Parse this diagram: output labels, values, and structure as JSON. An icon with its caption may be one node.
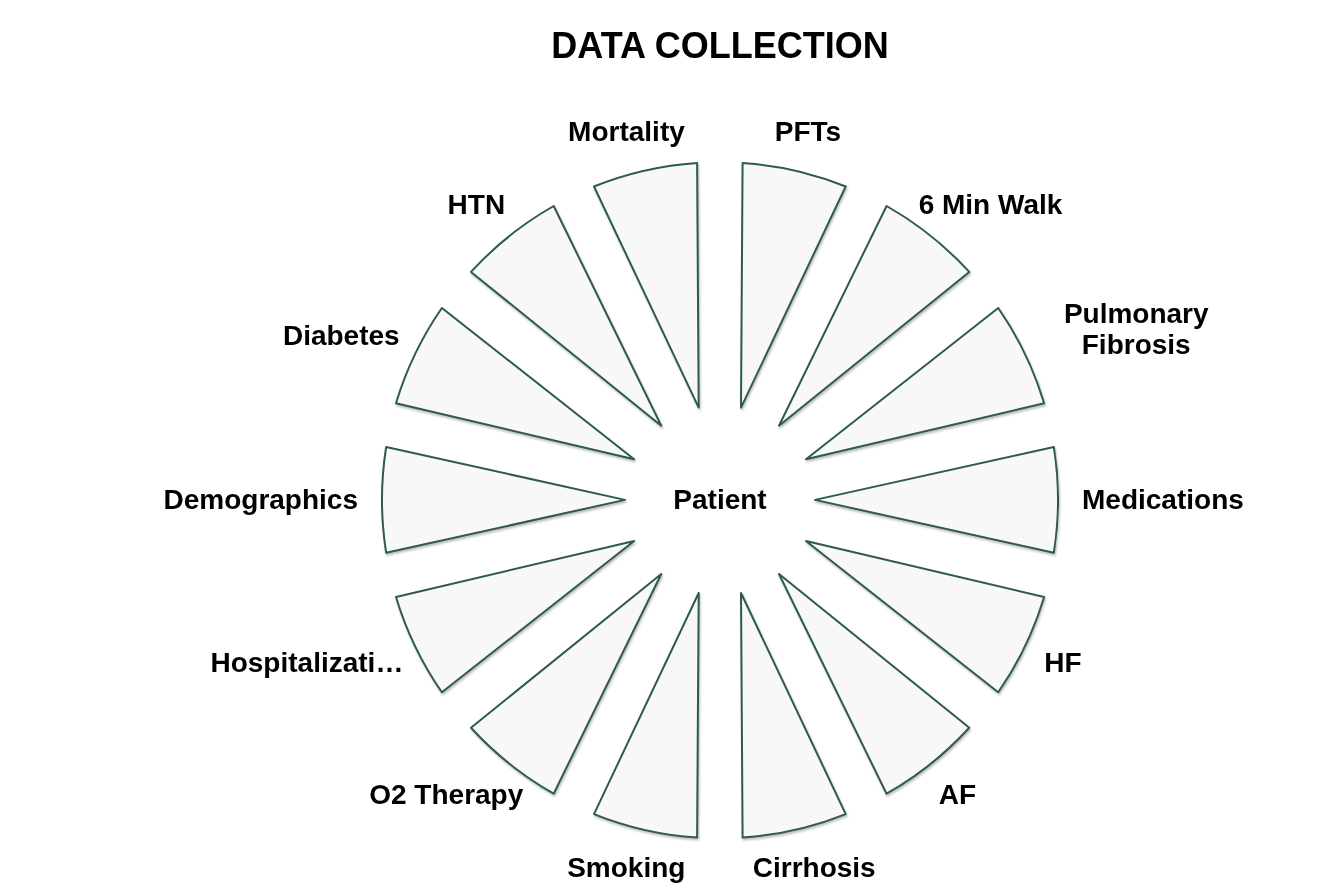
{
  "diagram": {
    "title": "DATA COLLECTION",
    "nodes": [
      {
        "text": [
          "Patient"
        ]
      },
      {
        "text": [
          "PFTs"
        ]
      },
      {
        "text": [
          "6 Min Walk"
        ]
      },
      {
        "text": [
          "Pulmonary Fibrosis"
        ]
      },
      {
        "text": [
          "Medications"
        ]
      },
      {
        "text": [
          "HF"
        ]
      },
      {
        "text": [
          "AF"
        ]
      },
      {
        "text": [
          "Cirrhosis"
        ]
      },
      {
        "text": [
          "Smoking"
        ]
      },
      {
        "text": [
          "O2 Therapy"
        ]
      },
      {
        "text": [
          "Hospitalizati…"
        ]
      },
      {
        "text": [
          "Demographics"
        ]
      },
      {
        "text": [
          "Diabetes"
        ]
      },
      {
        "text": [
          "HTN"
        ]
      },
      {
        "text": [
          "Mortality"
        ]
      }
    ]
  }
}
